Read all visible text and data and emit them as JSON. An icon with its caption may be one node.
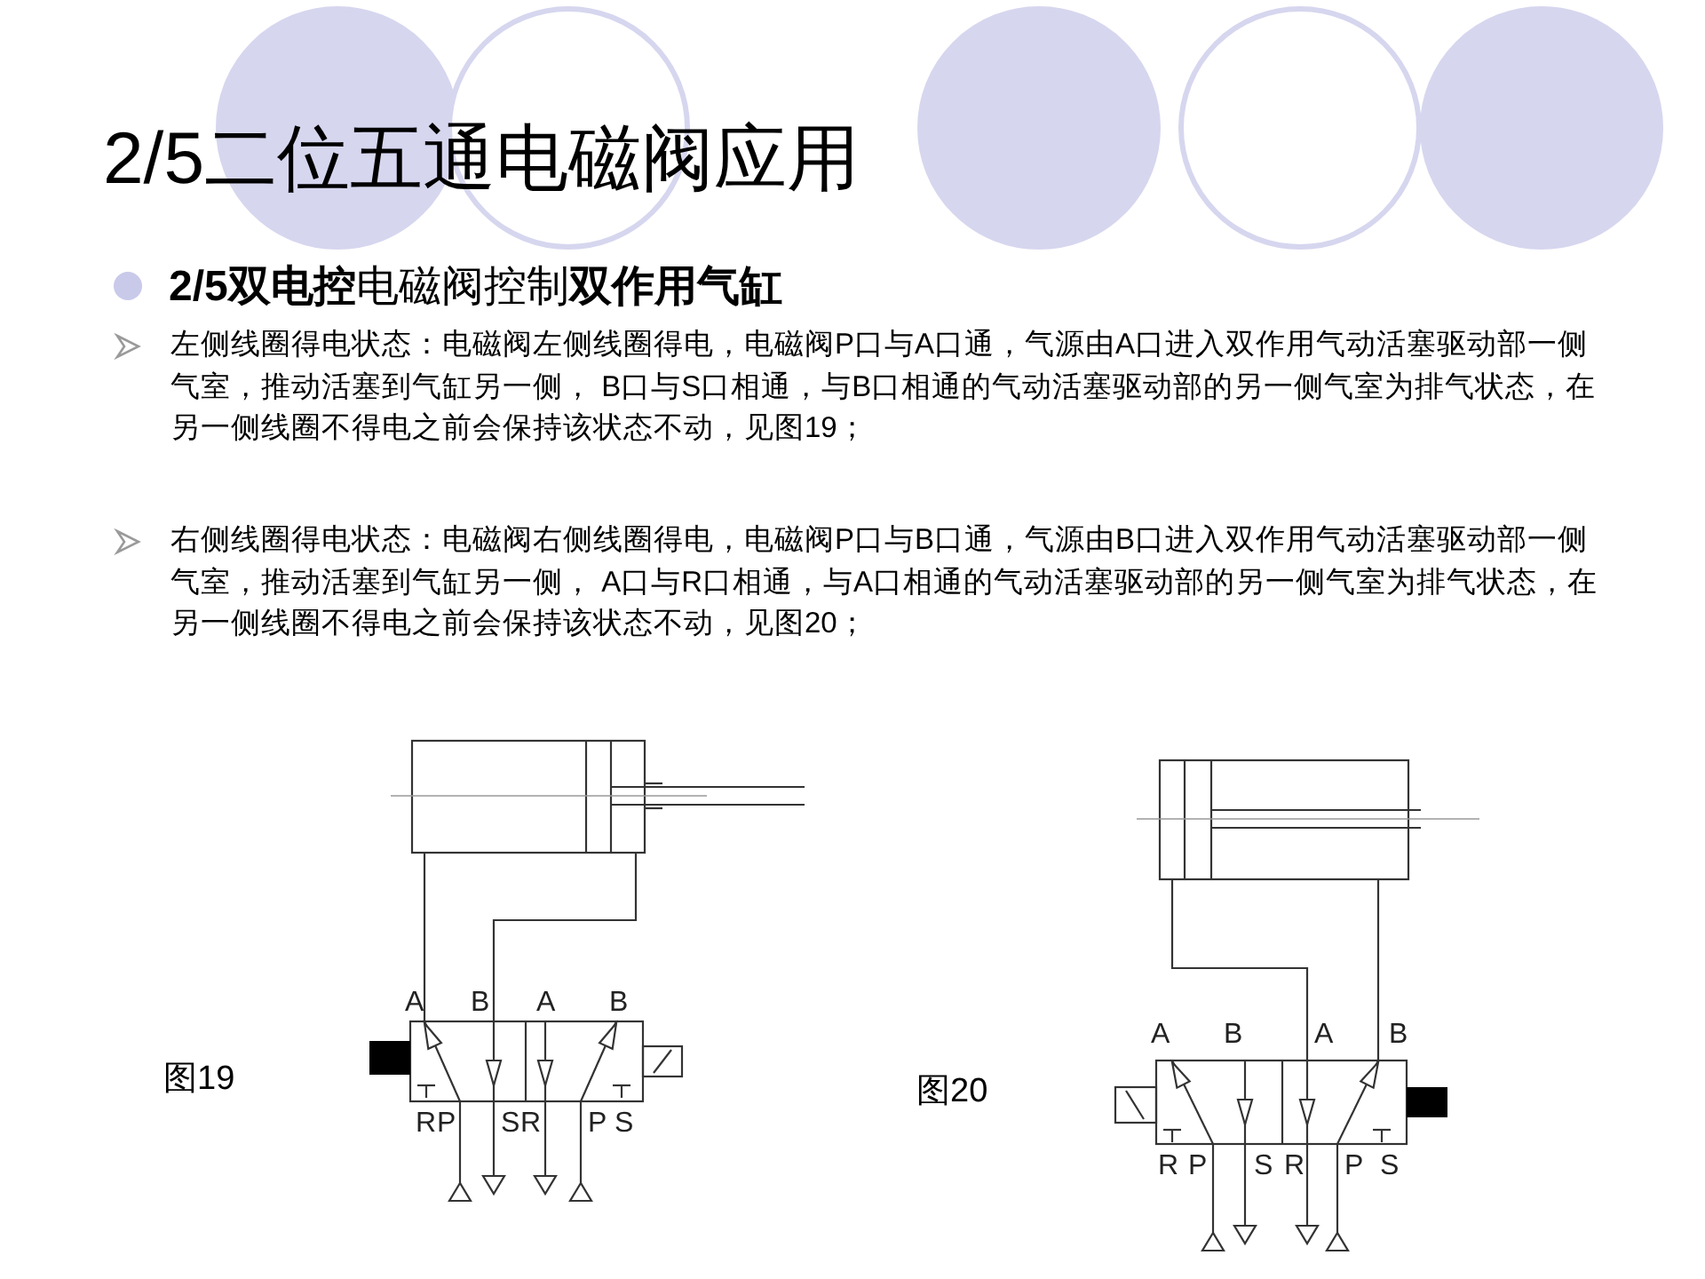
{
  "diagram": {
    "title": "2/5二位五通电磁阀应用",
    "labels": [
      "**2/5双电控**电磁阀控制**双作用气缸**",
      "左侧线圈得电状态：电磁阀左侧线圈得电，电磁阀P口与A口通，气源由A口进入双作用气动活塞驱动部一侧气室，推动活塞到气缸另一侧， B口与S口相通，与B口相通的气动活塞驱动部的另一侧气室为排气状态，在另一侧线圈不得电之前会保持该状态不动，见图19；",
      "右侧线圈得电状态：电磁阀右侧线圈得电，电磁阀P口与B口通，气源由B口进入双作用气动活塞驱动部一侧气室，推动活塞到气缸另一侧， A口与R口相通，与A口相通的气动活塞驱动部的另一侧气室为排气状态，在另一侧线圈不得电之前会保持该状态不动，见图20；",
      "A",
      "B",
      "A",
      "B",
      "R",
      "P",
      "S",
      "R",
      "P",
      "S",
      "图19",
      "A",
      "B",
      "A",
      "B",
      "R",
      "P",
      "S",
      "R",
      "P",
      "S",
      "图20"
    ]
  }
}
